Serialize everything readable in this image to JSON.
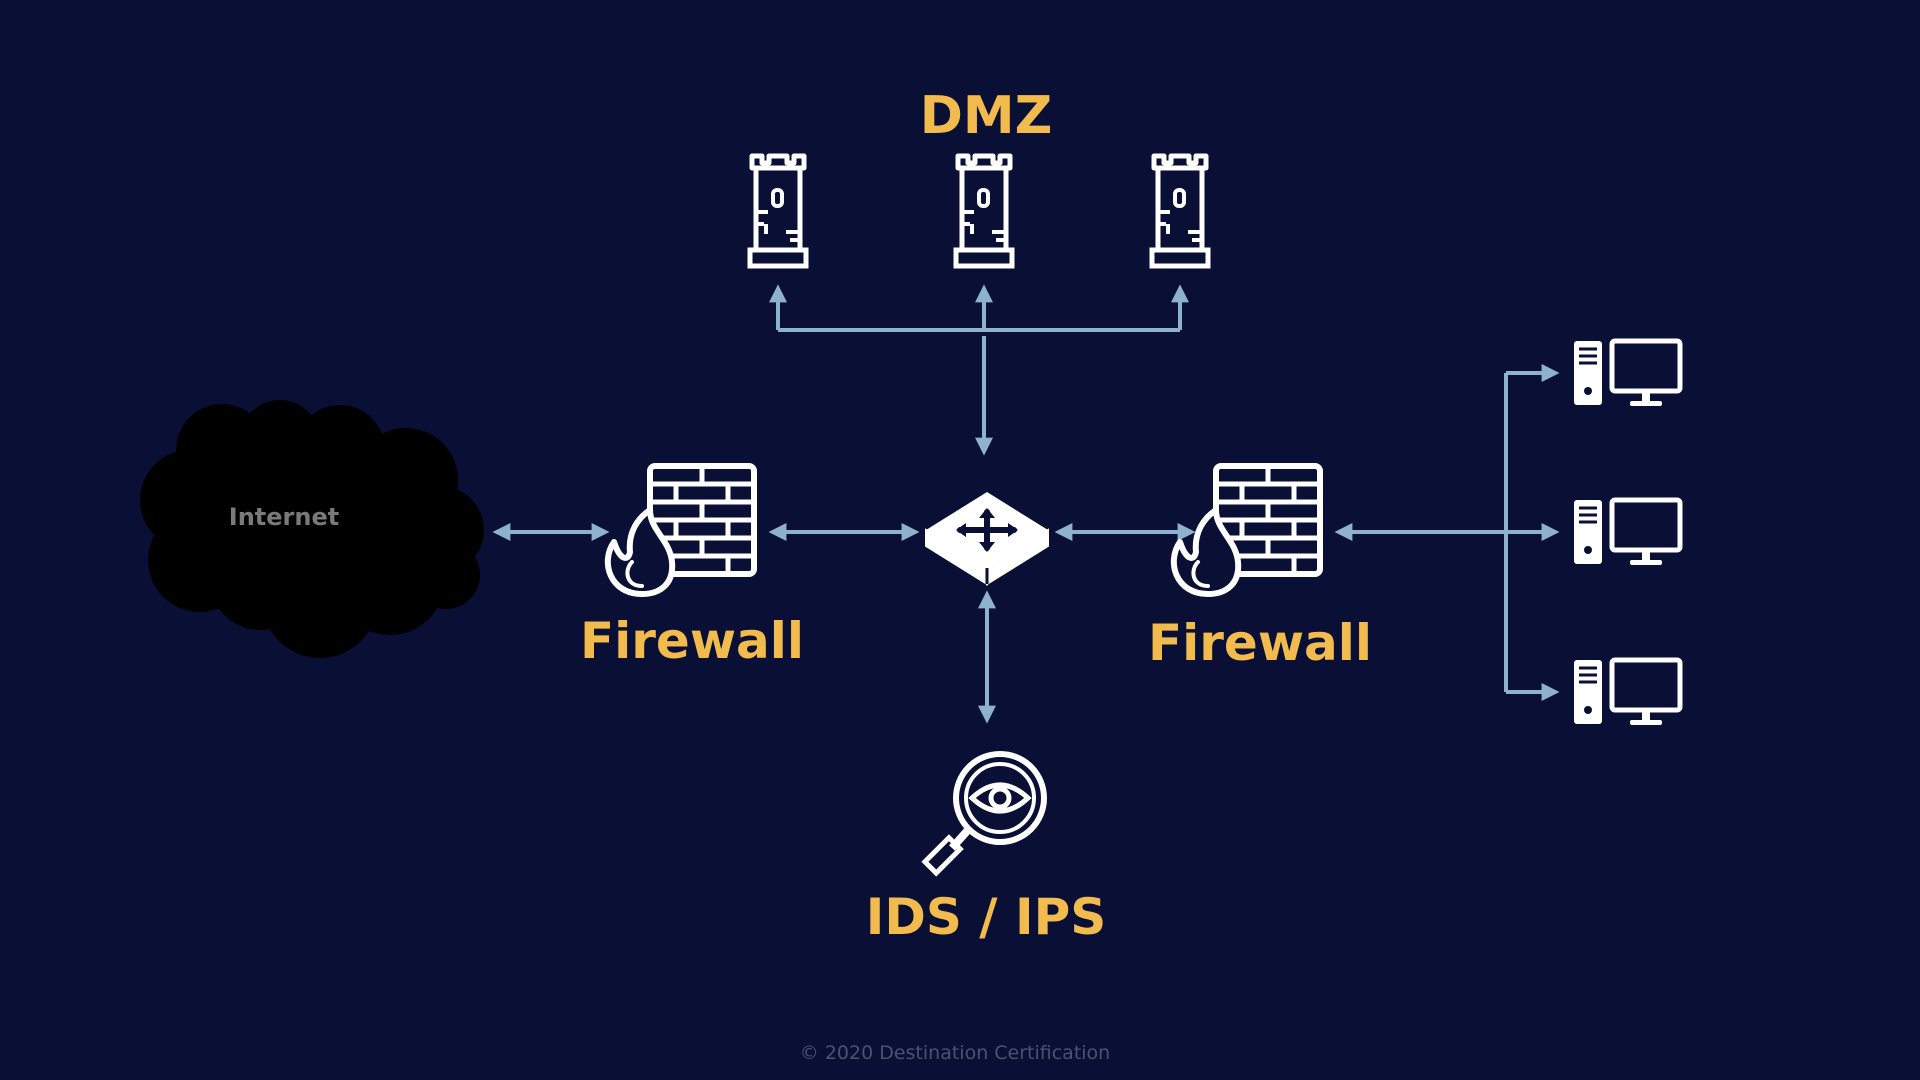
{
  "labels": {
    "dmz": "DMZ",
    "firewall_left": "Firewall",
    "firewall_right": "Firewall",
    "ids_ips": "IDS / IPS",
    "internet": "Internet"
  },
  "footer": {
    "copyright": "© 2020 Destination Certification"
  },
  "colors": {
    "background": "#0a0f35",
    "accent_label": "#f2bb4e",
    "connector": "#8fb2cc",
    "icon": "#ffffff",
    "cloud": "#000000"
  },
  "icons": {
    "dmz_servers": [
      "tower-icon",
      "tower-icon",
      "tower-icon"
    ],
    "firewalls": [
      "firewall-icon",
      "firewall-icon"
    ],
    "switch": "network-switch-icon",
    "ids": "magnifier-eye-icon",
    "workstations": [
      "workstation-icon",
      "workstation-icon",
      "workstation-icon"
    ],
    "internet": "cloud-icon"
  }
}
